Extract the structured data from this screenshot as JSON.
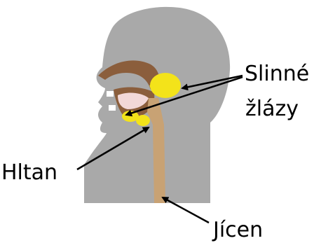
{
  "labels": {
    "salivary_line1": "Slinné",
    "salivary_line2": "žlázy",
    "pharynx": "Hltan",
    "esophagus": "Jícen"
  },
  "colors": {
    "head_silhouette": "#a9a9a9",
    "palate_tongue": "#8b5e3c",
    "glands": "#f3e31a",
    "esophagus": "#c8a274",
    "mouth_cavity": "#f2d8d8",
    "teeth": "#ffffff",
    "arrows": "#000000",
    "text": "#000000"
  }
}
